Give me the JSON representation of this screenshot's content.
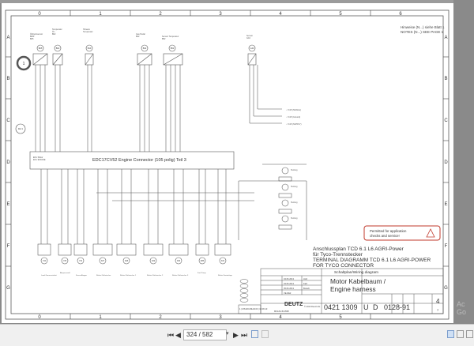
{
  "viewer": {
    "page_current": "324",
    "page_total": "582",
    "page_display": "324 / 582",
    "nav": {
      "first": "⏮",
      "prev": "◀",
      "next": "▶",
      "last": "⏭"
    },
    "watermark": [
      "Ac",
      "Go"
    ]
  },
  "drawing": {
    "columns": [
      "0",
      "1",
      "2",
      "3",
      "4",
      "5",
      "6"
    ],
    "rows": [
      "A",
      "B",
      "C",
      "D",
      "E",
      "F",
      "G"
    ],
    "notes": [
      "Hinweise (N...) siehe Blatt 1",
      "NOTES (N...) SEE PAGE 1"
    ],
    "sheet_marker": "1",
    "ecu_ref": "D2.1",
    "ecu_small_label": [
      "ECU Motor",
      "ECU ENGINE"
    ],
    "ecu_title": "EDC17CV52 Engine Connector (105 polig) Teil 3",
    "sensors_top": [
      {
        "id": "B05",
        "label": [
          "Öldrucksensor",
          "..."
        ]
      },
      {
        "id": "B02",
        "label": [
          "Temperatur",
          "Öl..."
        ]
      },
      {
        "id": "B10",
        "label": [
          "Hinweis",
          "Temperatur"
        ]
      },
      {
        "id": "B42",
        "label": [
          "Gas Pedal",
          "..."
        ]
      },
      {
        "id": "B52",
        "label": [
          "Sensor",
          "Temperatur"
        ]
      },
      {
        "id": "G44",
        "label": [
          "Sensor",
          "..."
        ]
      }
    ],
    "signal_lines": [
      "-> K15 (SIGNAL)",
      "-> K15 (Ground)",
      "-> K15 (SUPPLY)"
    ],
    "relay_notes": [
      "Heizung",
      "Heizung",
      "Heizung",
      "Heizung"
    ],
    "bottom_components": [
      {
        "id": "Y24",
        "label": "Load Zumesseinheit"
      },
      {
        "id": "Y25",
        "label": "Absperrventil"
      },
      {
        "id": "Y31",
        "label": "Drosselklappe"
      },
      {
        "id": "K27",
        "label": "Relais Glühstecker"
      },
      {
        "id": "K28",
        "label": "Relais Glühstecker 1"
      },
      {
        "id": "K29",
        "label": "Relais Glühstecker 2"
      },
      {
        "id": "K30",
        "label": "Relais Glühstecker 3"
      },
      {
        "id": "M36",
        "label": "Fuel Pump"
      },
      {
        "id": "K31",
        "label": "Relais Startanlage"
      },
      {
        "id": "K32",
        "label": "Relais"
      },
      {
        "id": "K33",
        "label": "Relais"
      }
    ],
    "permit_stamp": [
      "Permitted for application",
      "checks and service!"
    ],
    "title_de": [
      "Anschlussplan TCD 6.1 L6 AGRI-Power",
      "für Tyco-Trennstecker"
    ],
    "title_en": [
      "TERMINAL DIAGRAMM TCD 6.1 L6 AGRI-POWER",
      "FOR TYCO CONNECTOR"
    ],
    "titleblock": {
      "type": "Schaltplan/Wiring diagram",
      "name_1": "Motor Kabelbaum /",
      "name_2": "Engine harness",
      "dates": [
        "04.06.2013",
        "04.06.2013",
        "05.06.2013"
      ],
      "names": [
        "Holz",
        "Kalz",
        "Brandt"
      ],
      "dept": "VE-DE2",
      "revision_row": "1 | MS130-69H2133 | 13.06.13",
      "company": "DEUTZ",
      "copyright": "© 2013 Deutz AG",
      "doc_ref": "MK129-45-0508",
      "drawing_no": "0421 1309",
      "u_mark": "U",
      "d_mark": "D",
      "sheet_code": "0128-91",
      "sheet": "4",
      "sheets_total": "7"
    }
  }
}
